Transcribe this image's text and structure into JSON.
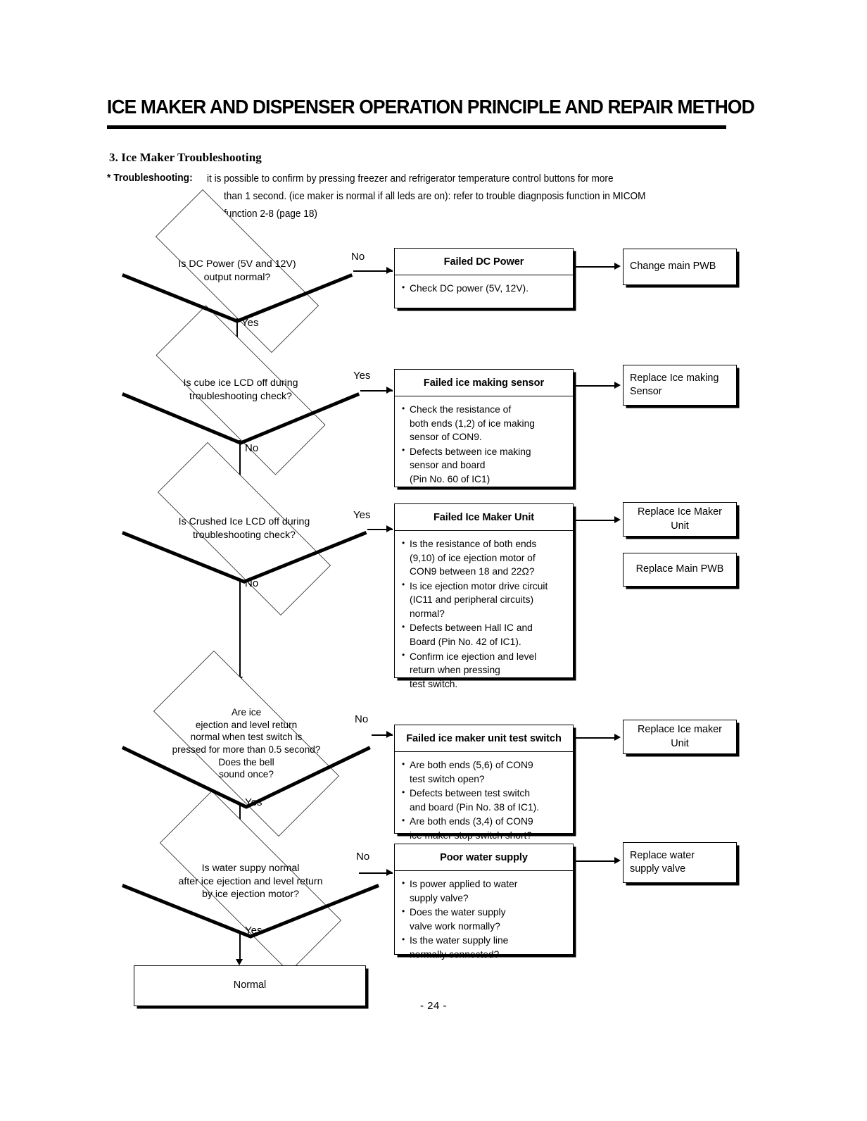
{
  "header": {
    "title": "ICE MAKER AND DISPENSER OPERATION PRINCIPLE AND REPAIR METHOD",
    "section_heading": "3. Ice Maker Troubleshooting",
    "troubleshooting_label": "* Troubleshooting:",
    "troubleshooting_line1": "it is possible to confirm by  pressing freezer   and refrigerator temperature   control buttons  for more",
    "troubleshooting_line2": "than 1 second. (ice maker is normal if all leds are on): refer to trouble diagnposis function in MICOM",
    "troubleshooting_line3": "function 2-8 (page 18)"
  },
  "flow": {
    "decisions": [
      {
        "id": "dc-power",
        "text": "Is DC Power (5V and 12V)\noutput normal?"
      },
      {
        "id": "cube-ice-lcd",
        "text": "Is cube ice LCD off during\ntroubleshooting check?"
      },
      {
        "id": "crushed-ice-lcd",
        "text": "Is Crushed Ice LCD off during\ntroubleshooting check?"
      },
      {
        "id": "test-switch",
        "text": "Are ice\nejection and level return\nnormal when test switch is\npressed for more than 0.5 second?\nDoes the bell\nsound once?"
      },
      {
        "id": "water-supply",
        "text": "Is water suppy normal\nafter ice ejection and level return\nby ice ejection motor?"
      }
    ],
    "fault_boxes": [
      {
        "id": "failed-dc-power",
        "title": "Failed DC Power",
        "items": [
          "Check DC power (5V, 12V)."
        ]
      },
      {
        "id": "failed-ice-making-sensor",
        "title": "Failed ice making sensor",
        "items": [
          "Check the resistance of\nboth ends (1,2) of ice making\nsensor of CON9.",
          "Defects between ice making\nsensor and board\n(Pin No.  60 of IC1)"
        ]
      },
      {
        "id": "failed-ice-maker-unit",
        "title": "Failed Ice Maker Unit",
        "items": [
          "Is the resistance of both ends\n(9,10) of ice ejection motor of\nCON9 between 18 and 22Ω?",
          "Is ice ejection motor drive circuit\n(IC11 and peripheral circuits)\nnormal?",
          "Defects between Hall IC and\nBoard (Pin No. 42 of IC1).",
          "Confirm ice ejection and level\nreturn when pressing\ntest switch."
        ]
      },
      {
        "id": "failed-test-switch",
        "title": "Failed ice maker unit test switch",
        "items": [
          "Are both ends (5,6) of CON9\ntest switch  open?",
          "Defects between test switch\nand board (Pin  No. 38 of IC1).",
          "Are  both ends (3,4) of CON9\nice maker  stop switch  short?"
        ]
      },
      {
        "id": "poor-water-supply",
        "title": "Poor water supply",
        "items": [
          "Is power applied to water\nsupply valve?",
          "Does the water supply\nvalve work normally?",
          "Is the water supply line\nnormally connected?"
        ]
      }
    ],
    "action_boxes": [
      {
        "id": "change-main-pwb",
        "text": "Change main PWB"
      },
      {
        "id": "replace-ice-making-sensor",
        "text": "Replace Ice making\nSensor"
      },
      {
        "id": "replace-ice-maker-unit-1",
        "text": "Replace Ice Maker Unit"
      },
      {
        "id": "replace-main-pwb",
        "text": "Replace Main PWB"
      },
      {
        "id": "replace-ice-maker-unit-2",
        "text": "Replace Ice maker Unit"
      },
      {
        "id": "replace-water-supply-valve",
        "text": "Replace water\nsupply valve"
      }
    ],
    "terminal": {
      "id": "normal",
      "text": "Normal"
    },
    "edge_labels": {
      "no1": "No",
      "yes1": "Yes",
      "yes2": "Yes",
      "no2": "No",
      "yes3": "Yes",
      "no3": "No",
      "no4": "No",
      "yes4": "Yes",
      "no5": "No",
      "yes5": "Yes"
    }
  },
  "footer": {
    "page_number": "- 24 -"
  }
}
